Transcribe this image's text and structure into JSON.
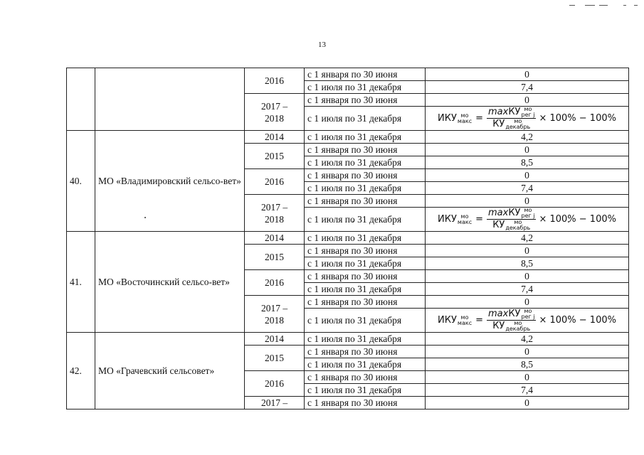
{
  "page_number": "13",
  "formula": {
    "lhs": "ИКУ",
    "lhs_sup": "мо",
    "lhs_sub": "макс",
    "eq": "=",
    "num_prefix": "max",
    "num_main": "КУ",
    "num_sup": "мо",
    "num_sub": "рег j",
    "den_main": "КУ",
    "den_sup": "мо",
    "den_sub": "декабрь",
    "rest": "× 100% − 100%"
  },
  "rows": {
    "r0": {
      "year": "2016",
      "period": "с 1 января по 30 июня",
      "value": "0"
    },
    "r1": {
      "period": "с 1 июля по 31 декабря",
      "value": "7,4"
    },
    "r2": {
      "year_a": "2017 –",
      "year_b": "2018",
      "period": "с 1 января по 30 июня",
      "value": "0"
    },
    "r3": {
      "period": "с 1 июля по 31 декабря"
    },
    "r4": {
      "num": "40.",
      "name": "МО «Владимировский сельсо-вет»",
      "year": "2014",
      "period": "с 1 июля по 31 декабря",
      "value": "4,2"
    },
    "r5": {
      "year": "2015",
      "period": "с 1 января по 30 июня",
      "value": "0"
    },
    "r6": {
      "period": "с 1 июля по 31 декабря",
      "value": "8,5"
    },
    "r7": {
      "year": "2016",
      "period": "с 1 января по 30 июня",
      "value": "0"
    },
    "r8": {
      "period": "с 1 июля по 31 декабря",
      "value": "7,4"
    },
    "r9": {
      "year_a": "2017 –",
      "year_b": "2018",
      "period": "с 1 января по 30 июня",
      "value": "0"
    },
    "r10": {
      "period": "с 1 июля по 31 декабря"
    },
    "r11": {
      "num": "41.",
      "name": "МО «Восточинский сельсо-вет»",
      "year": "2014",
      "period": "с 1 июля по 31 декабря",
      "value": "4,2"
    },
    "r12": {
      "year": "2015",
      "period": "с 1 января по 30 июня",
      "value": "0"
    },
    "r13": {
      "period": "с 1 июля по 31 декабря",
      "value": "8,5"
    },
    "r14": {
      "year": "2016",
      "period": "с 1 января по 30 июня",
      "value": "0"
    },
    "r15": {
      "period": "с 1 июля по 31 декабря",
      "value": "7,4"
    },
    "r16": {
      "year_a": "2017 –",
      "year_b": "2018",
      "period": "с 1 января по 30 июня",
      "value": "0"
    },
    "r17": {
      "period": "с 1 июля по 31 декабря"
    },
    "r18": {
      "num": "42.",
      "name": "МО «Грачевский сельсовет»",
      "year": "2014",
      "period": "с 1 июля по 31 декабря",
      "value": "4,2"
    },
    "r19": {
      "year": "2015",
      "period": "с 1 января по 30 июня",
      "value": "0"
    },
    "r20": {
      "period": "с 1 июля по 31 декабря",
      "value": "8,5"
    },
    "r21": {
      "year": "2016",
      "period": "с 1 января по 30 июня",
      "value": "0"
    },
    "r22": {
      "period": "с 1 июля по 31 декабря",
      "value": "7,4"
    },
    "r23": {
      "year": "2017 –",
      "period": "с 1 января по 30 июня",
      "value": "0"
    }
  }
}
